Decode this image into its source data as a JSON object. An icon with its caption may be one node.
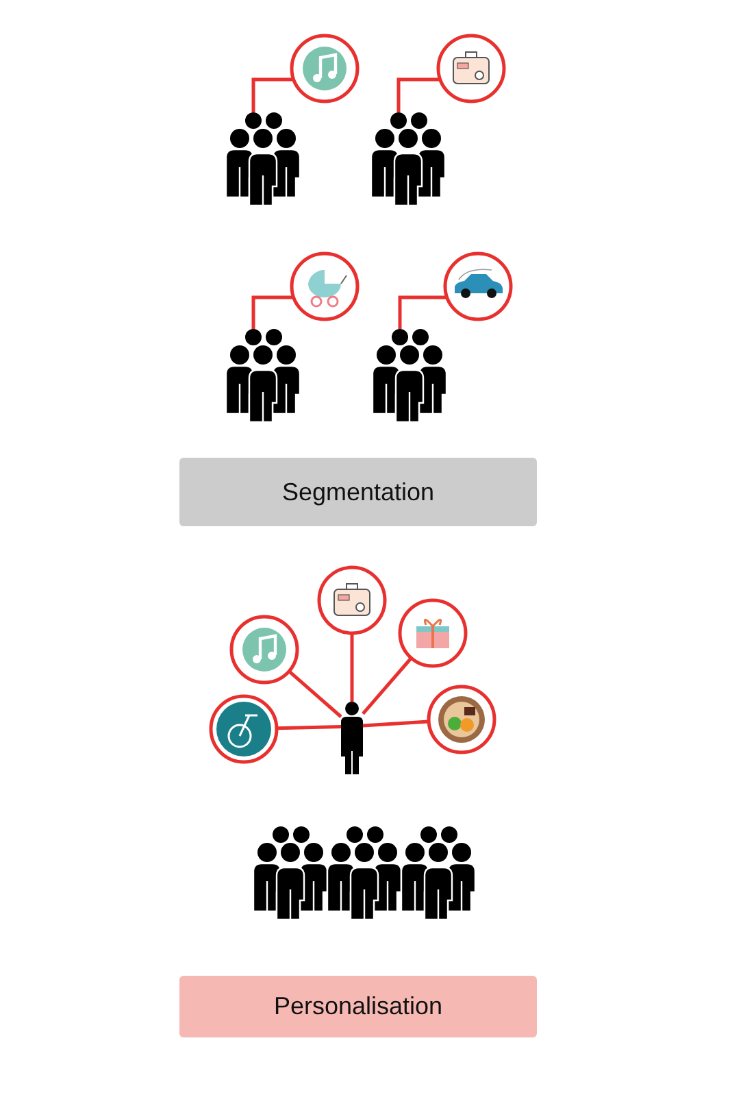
{
  "diagram": {
    "nodes": [
      {
        "text": [],
        "shape": "circle"
      },
      {
        "text": [],
        "shape": "circle"
      },
      {
        "text": [],
        "shape": "person"
      },
      {
        "text": [],
        "shape": "person"
      },
      {
        "text": [],
        "shape": "circle"
      },
      {
        "text": [],
        "shape": "circle"
      },
      {
        "text": [],
        "shape": "person"
      },
      {
        "text": [],
        "shape": "person"
      },
      {
        "text": [
          "Segmentation"
        ]
      },
      {
        "text": [],
        "shape": "circle"
      },
      {
        "text": [],
        "shape": "circle"
      },
      {
        "text": [],
        "shape": "circle"
      },
      {
        "text": [],
        "shape": "circle"
      },
      {
        "text": [],
        "shape": "circle"
      },
      {
        "text": [],
        "shape": "person"
      },
      {
        "text": [],
        "shape": "person"
      },
      {
        "text": [
          "Personalisation"
        ]
      }
    ],
    "edges": [
      {
        "from": 2,
        "to": 0,
        "arrow": "none"
      },
      {
        "from": 3,
        "to": 1,
        "arrow": "none"
      },
      {
        "from": 6,
        "to": 4,
        "arrow": "none"
      },
      {
        "from": 7,
        "to": 5,
        "arrow": "none"
      },
      {
        "from": 14,
        "to": 9,
        "arrow": "none"
      },
      {
        "from": 14,
        "to": 10,
        "arrow": "none"
      },
      {
        "from": 14,
        "to": 11,
        "arrow": "none"
      },
      {
        "from": 14,
        "to": 12,
        "arrow": "none"
      },
      {
        "from": 14,
        "to": 13,
        "arrow": "none"
      }
    ]
  }
}
